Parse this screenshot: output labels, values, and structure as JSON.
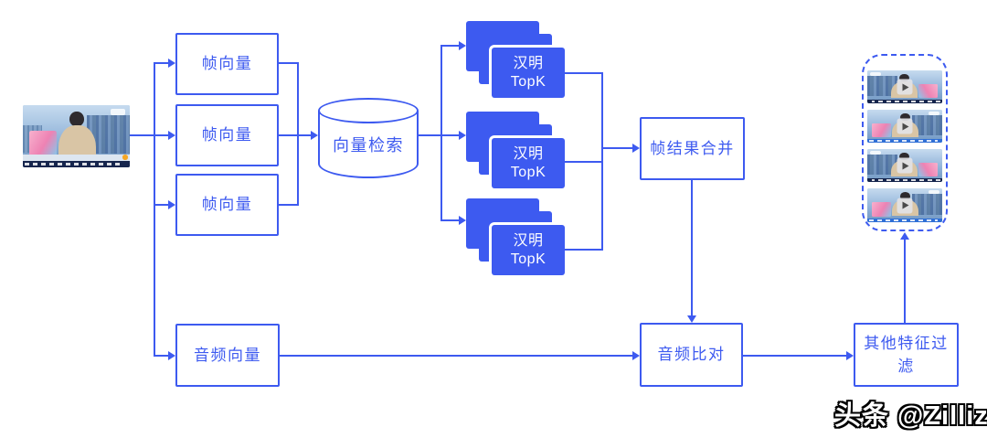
{
  "colors": {
    "primary": "#3D5AF0",
    "card_fill": "#3D5AF0",
    "card_text": "#ffffff"
  },
  "nodes": {
    "frame_vectors": [
      {
        "label": "帧向量"
      },
      {
        "label": "帧向量"
      },
      {
        "label": "帧向量"
      }
    ],
    "vector_search": {
      "label": "向量检索"
    },
    "hamming_stacks": [
      {
        "line1": "汉明",
        "line2": "TopK"
      },
      {
        "line1": "汉明",
        "line2": "TopK"
      },
      {
        "line1": "汉明",
        "line2": "TopK"
      }
    ],
    "frame_result_merge": {
      "label": "帧结果合并"
    },
    "audio_vector": {
      "label": "音频向量"
    },
    "audio_compare": {
      "label": "音频比对"
    },
    "other_feature_filter": {
      "label": "其他特征过滤"
    }
  },
  "media": {
    "source_video": {
      "type": "news-broadcast-frame"
    },
    "result_videos": {
      "count": 4,
      "icon": "play-icon"
    }
  },
  "watermark": "头条 @Zilliz"
}
